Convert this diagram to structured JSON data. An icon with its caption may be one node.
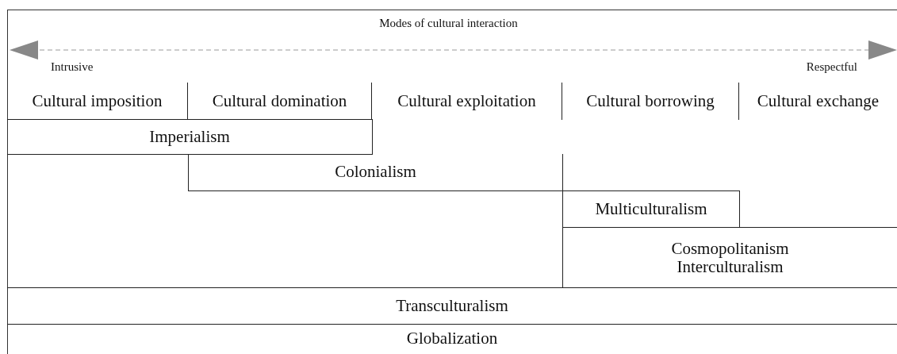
{
  "diagram": {
    "title": "Modes of cultural interaction",
    "nodes": [
      {
        "text": [
          "Cultural imposition"
        ]
      },
      {
        "text": [
          "Cultural domination"
        ]
      },
      {
        "text": [
          "Cultural exploitation"
        ]
      },
      {
        "text": [
          "Cultural borrowing"
        ]
      },
      {
        "text": [
          "Cultural exchange"
        ]
      },
      {
        "text": [
          "Imperialism"
        ]
      },
      {
        "text": [
          "Colonialism"
        ]
      },
      {
        "text": [
          "Multiculturalism"
        ]
      },
      {
        "text": [
          "Cosmopolitanism",
          "Interculturalism"
        ]
      },
      {
        "text": [
          "Transculturalism"
        ]
      },
      {
        "text": [
          "Globalization"
        ]
      }
    ],
    "labels": [
      "Intrusive",
      "Respectful"
    ]
  }
}
